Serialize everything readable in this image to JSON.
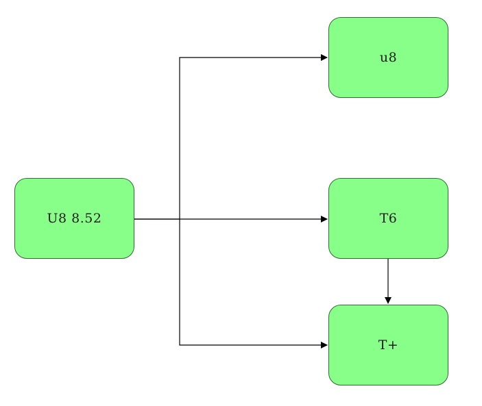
{
  "diagram": {
    "nodes": [
      {
        "id": "source",
        "label": "U8 8.52"
      },
      {
        "id": "u8",
        "label": "u8"
      },
      {
        "id": "t6",
        "label": "T6"
      },
      {
        "id": "tplus",
        "label": "T+"
      }
    ],
    "edges": [
      {
        "from": "source",
        "to": "u8"
      },
      {
        "from": "source",
        "to": "t6"
      },
      {
        "from": "source",
        "to": "tplus"
      },
      {
        "from": "t6",
        "to": "tplus"
      }
    ],
    "colors": {
      "node_fill": "#88ff88",
      "node_border": "#2f6f2f",
      "edge": "#000000"
    }
  }
}
